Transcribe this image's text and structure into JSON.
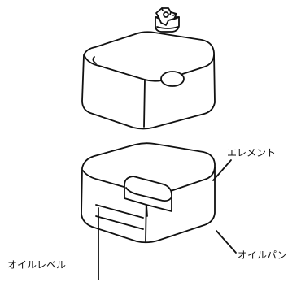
{
  "labels": {
    "element": "エレメント",
    "oil_pan": "オイルパン",
    "oil_level": "オイルレベル"
  },
  "colors": {
    "ink": "#111111",
    "paper": "#ffffff"
  }
}
